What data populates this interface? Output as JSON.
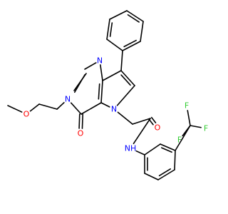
{
  "molecule": {
    "atom_labels": {
      "methoxy_oxygen": "O",
      "ring_n1": "N",
      "ring_n3": "N",
      "carbonyl_oxygen": "O",
      "pyrrole_nitrogen": "N",
      "amide_oxygen": "O",
      "amide_nh": "NH",
      "fluorine_top": "F",
      "fluorine_right": "F",
      "fluorine_bottom": "F"
    },
    "colors": {
      "oxygen": "#FF0000",
      "nitrogen": "#0000FF",
      "fluorine": "#33CC33",
      "bond": "#000000"
    }
  }
}
